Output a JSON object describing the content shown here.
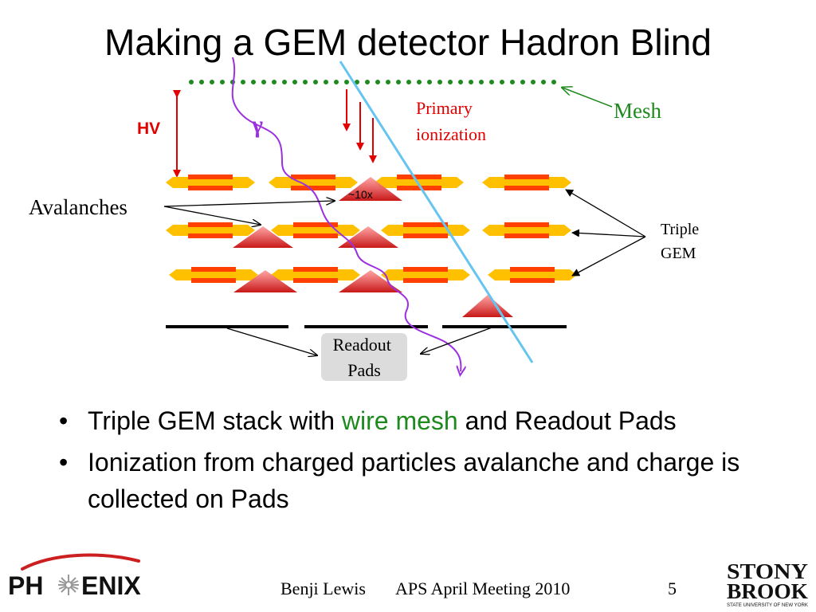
{
  "slide": {
    "title": "Making a GEM detector Hadron Blind"
  },
  "diagram": {
    "hv_label": "HV",
    "gamma_label": "γ",
    "primary_ionization": [
      "Primary",
      "ionization"
    ],
    "mesh_label": "Mesh",
    "multiplier_label": "~10x",
    "avalanches_label": "Avalanches",
    "triple_gem_label": [
      "Triple",
      "GEM"
    ],
    "readout_pads_label": [
      "Readout",
      "Pads"
    ],
    "colors": {
      "mesh": "#1e8a1e",
      "hv": "#e00000",
      "gem_yellow": "#ffc000",
      "gem_red": "#ff4000",
      "avalanche": "#d42a2a",
      "photon_track": "#9b30e0",
      "charged_track": "#66c4f0"
    }
  },
  "bullets": [
    {
      "before": "Triple GEM stack with ",
      "highlight": "wire mesh",
      "after": " and Readout Pads",
      "highlight_color": "#1e8a1e"
    },
    {
      "text": "Ionization from charged particles avalanche and charge is collected on Pads"
    }
  ],
  "footer": {
    "logo_left": "PH",
    "logo_right": "ENIX",
    "presenter": "Benji Lewis",
    "meeting": "APS April Meeting 2010",
    "page_number": "5",
    "logo_right_top": "STONY",
    "logo_right_middle": "BROOK",
    "logo_right_bottom": "STATE UNIVERSITY OF NEW YORK"
  }
}
